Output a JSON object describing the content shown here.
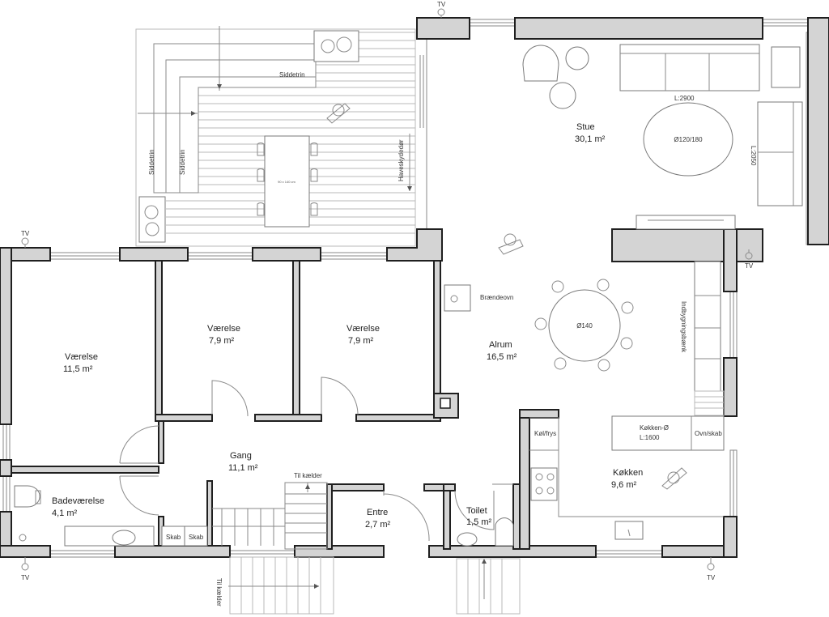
{
  "rooms": {
    "stue": {
      "name": "Stue",
      "area": "30,1 m²"
    },
    "alrum": {
      "name": "Alrum",
      "area": "16,5 m²"
    },
    "vaerelse1": {
      "name": "Værelse",
      "area": "11,5 m²"
    },
    "vaerelse2": {
      "name": "Værelse",
      "area": "7,9 m²"
    },
    "vaerelse3": {
      "name": "Værelse",
      "area": "7,9 m²"
    },
    "gang": {
      "name": "Gang",
      "area": "11,1 m²"
    },
    "badevaerelse": {
      "name": "Badeværelse",
      "area": "4,1 m²"
    },
    "entre": {
      "name": "Entre",
      "area": "2,7 m²"
    },
    "toilet": {
      "name": "Toilet",
      "area": "1,5 m²"
    },
    "koekken": {
      "name": "Køkken",
      "area": "9,6 m²"
    }
  },
  "labels": {
    "tv": "TV",
    "siddetrin": "Siddetrin",
    "haveskydedoer": "Haveskydedør",
    "table_size": "90 x 140 cm",
    "sofa_length": "L:2900",
    "sofa2_length": "L:2050",
    "oval_table": "Ø120/180",
    "round_table": "Ø140",
    "braendeovn": "Brændeovn",
    "indbygningsbaenk": "Indbygningsbænk",
    "koekken_oe": "Køkken-Ø",
    "island_length": "L:1600",
    "kol_frys": "Køl/frys",
    "ovn_skab": "Ovn/skab",
    "skab": "Skab",
    "til_kaelder": "Til kælder"
  }
}
